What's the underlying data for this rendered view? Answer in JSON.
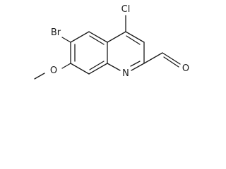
{
  "structure": {
    "atoms": {
      "chlorine": "Cl",
      "bromine": "Br",
      "ether_oxygen": "O",
      "ring_nitrogen": "N",
      "carbonyl_oxygen": "O"
    }
  }
}
